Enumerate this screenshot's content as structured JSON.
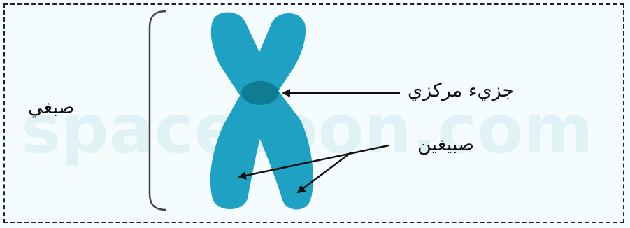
{
  "labels": {
    "chromosome": "صبغي",
    "centromere": "جزيء مركزي",
    "chromatids": "صبيغين"
  },
  "watermark": "spacetoon.com",
  "colors": {
    "chromatid": "#1fa1c3",
    "centromere": "#0f7c93",
    "arrow": "#111111",
    "background": "#f5fcfd"
  }
}
